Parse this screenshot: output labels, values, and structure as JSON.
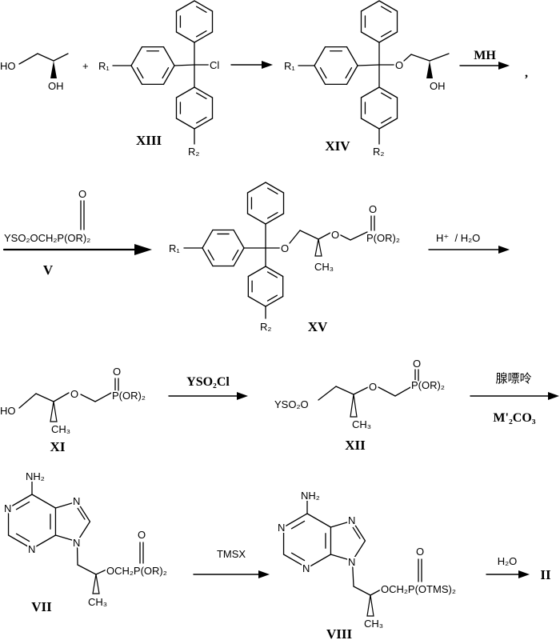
{
  "row1": {
    "diol": {
      "ho": "HO",
      "oh": "OH"
    },
    "plus": "+",
    "xiii": {
      "r1": "R₁",
      "cl": "Cl",
      "r2": "R₂",
      "label": "XIII"
    },
    "xiv": {
      "r1": "R₁",
      "o": "O",
      "oh": "OH",
      "r2": "R₂",
      "label": "XIV"
    },
    "reagent": "MH",
    "comma": ","
  },
  "row2": {
    "v": {
      "formula": "YSO₂OCH₂P(OR)₂",
      "o": "O",
      "label": "V"
    },
    "xv": {
      "r1": "R₁",
      "r2": "R₂",
      "o1": "O",
      "o2": "O",
      "p": "P(OR)₂",
      "po": "O",
      "ch3": "CH₃",
      "label": "XV"
    },
    "reagent": "H⁺  / H₂O"
  },
  "row3": {
    "xi": {
      "ho": "HO",
      "o": "O",
      "p": "P(OR)₂",
      "po": "O",
      "ch3": "CH₃",
      "label": "XI"
    },
    "reagent": "YSO₂Cl",
    "xii": {
      "yso2o": "YSO₂O",
      "o": "O",
      "p": "P(OR)₂",
      "po": "O",
      "ch3": "CH₃",
      "label": "XII"
    },
    "reagent_top": "腺嘌呤",
    "reagent_bottom": "M'₂CO₃"
  },
  "row4": {
    "vii": {
      "nh2": "NH₂",
      "n": "N",
      "chain": "OCH₂P(OR)₂",
      "po": "O",
      "ch3": "CH₃",
      "label": "VII"
    },
    "reagent": "TMSX",
    "viii": {
      "nh2": "NH₂",
      "n": "N",
      "chain": "OCH₂P(OTMS)₂",
      "po": "O",
      "ch3": "CH₃",
      "label": "VIII"
    },
    "reagent_final": "H₂O",
    "product": "II"
  }
}
